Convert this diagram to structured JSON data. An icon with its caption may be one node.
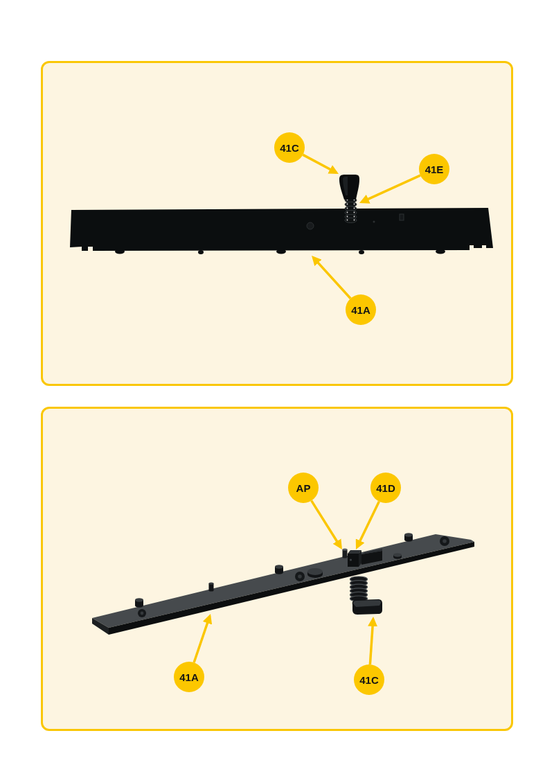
{
  "diagram": {
    "nodes": [
      {
        "text": [],
        "shape": "box"
      },
      {
        "text": [
          "41C"
        ],
        "in": 0
      },
      {
        "text": [
          "41E"
        ],
        "in": 0
      },
      {
        "text": [
          "41A"
        ],
        "in": 0
      },
      {
        "text": [],
        "shape": "picture",
        "in": 0
      },
      {
        "text": [],
        "shape": "picture",
        "in": 0
      },
      {
        "text": [],
        "shape": "picture",
        "in": 0
      },
      {
        "text": [],
        "shape": "box"
      },
      {
        "text": [
          "AP"
        ],
        "in": 7
      },
      {
        "text": [
          "41D"
        ],
        "in": 7
      },
      {
        "text": [
          "41A"
        ],
        "in": 7
      },
      {
        "text": [
          "41C"
        ],
        "in": 7
      },
      {
        "text": [],
        "shape": "picture",
        "in": 7
      },
      {
        "text": [],
        "shape": "cylinder",
        "in": 12
      },
      {
        "text": [],
        "shape": "picture",
        "in": 12
      },
      {
        "text": [],
        "shape": "picture",
        "in": 7
      }
    ],
    "edges": [
      {
        "from": 1,
        "to": 6,
        "arrow": "to"
      },
      {
        "from": 2,
        "to": 5,
        "arrow": "to"
      },
      {
        "from": 3,
        "to": 4,
        "arrow": "to"
      },
      {
        "from": 8,
        "to": 13,
        "arrow": "to"
      },
      {
        "from": 9,
        "to": 14,
        "arrow": "to"
      },
      {
        "from": 10,
        "to": 12,
        "arrow": "to"
      },
      {
        "from": 11,
        "to": 15,
        "arrow": "to"
      }
    ]
  }
}
